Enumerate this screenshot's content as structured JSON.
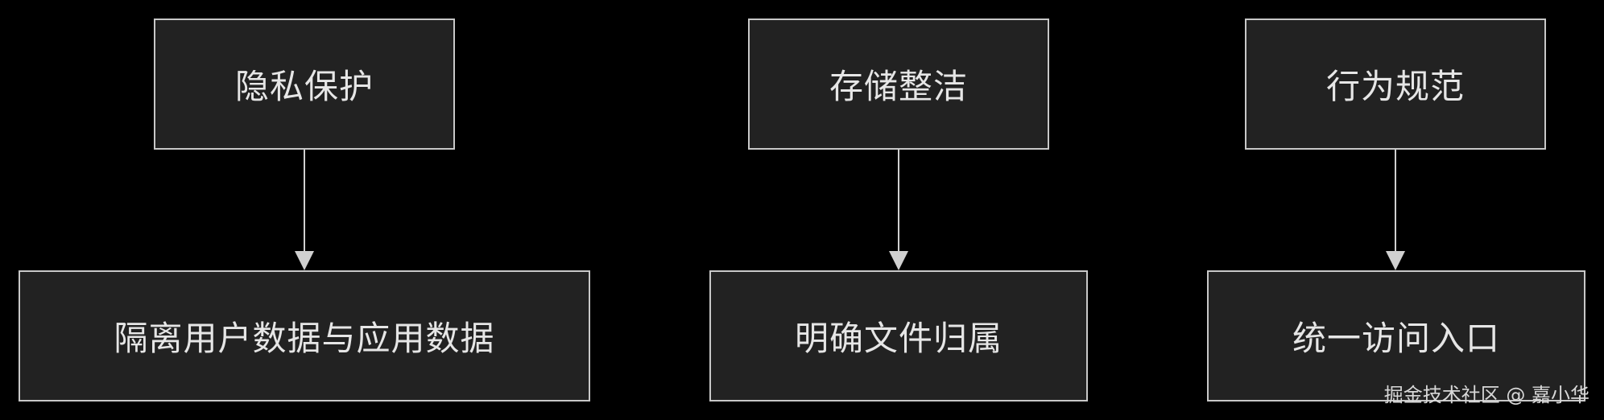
{
  "nodes": {
    "privacy": "隐私保护",
    "storage": "存储整洁",
    "behavior": "行为规范",
    "isolate": "隔离用户数据与应用数据",
    "ownership": "明确文件归属",
    "entry": "统一访问入口"
  },
  "edges": [
    {
      "from": "privacy",
      "to": "isolate"
    },
    {
      "from": "storage",
      "to": "ownership"
    },
    {
      "from": "behavior",
      "to": "entry"
    }
  ],
  "colors": {
    "background": "#000000",
    "node_fill": "#222222",
    "node_border": "#c8c8c8",
    "text": "#e6e6e6",
    "edge": "#d0d0d0"
  },
  "watermark": "掘金技术社区 @ 嘉小华"
}
